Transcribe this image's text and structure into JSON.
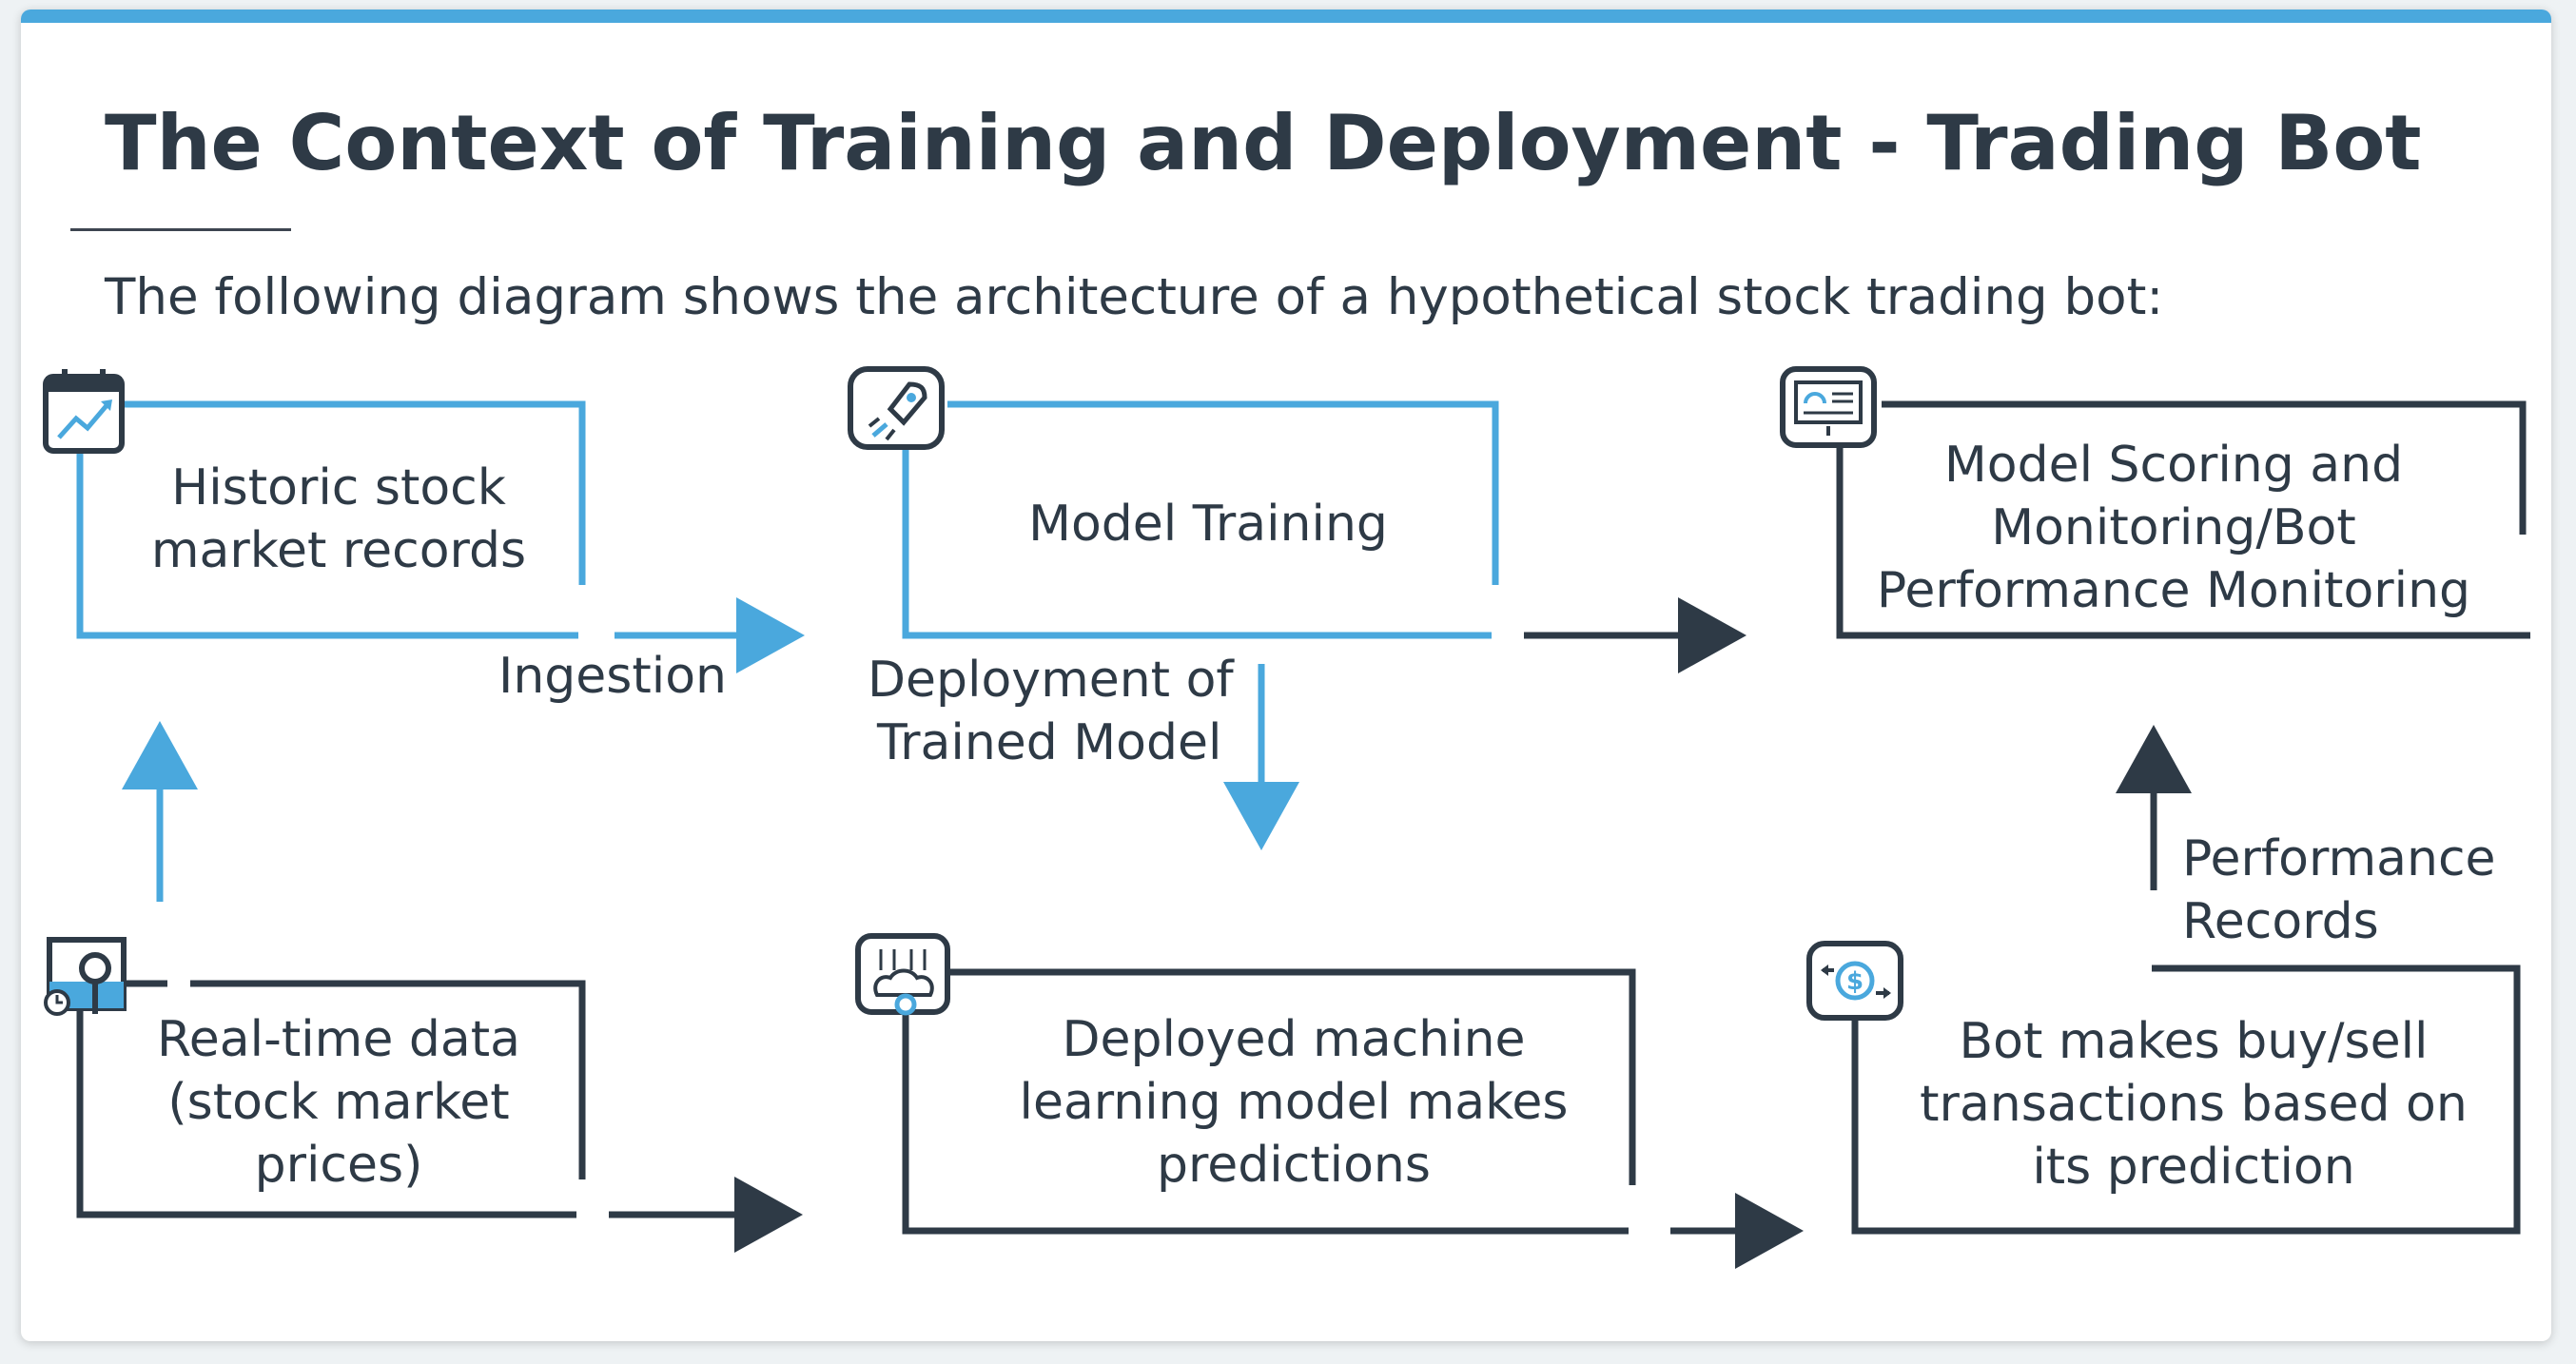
{
  "title": "The Context of Training and Deployment - Trading Bot",
  "subtitle": "The following diagram shows the architecture of a hypothetical stock trading bot:",
  "colors": {
    "accent_blue": "#4aa8dd",
    "dark": "#2e3a46",
    "background": "#ffffff"
  },
  "nodes": {
    "historic": {
      "lines": [
        "Historic stock",
        "market records"
      ],
      "icon": "calendar-chart-icon"
    },
    "training": {
      "lines": [
        "Model Training"
      ],
      "icon": "rocket-icon"
    },
    "scoring": {
      "lines": [
        "Model Scoring and",
        "Monitoring/Bot",
        "Performance Monitoring"
      ],
      "icon": "monitor-dashboard-icon"
    },
    "realtime": {
      "lines": [
        "Real-time data",
        "(stock market",
        "prices)"
      ],
      "icon": "realtime-data-icon"
    },
    "deployed": {
      "lines": [
        "Deployed machine",
        "learning model makes",
        "predictions"
      ],
      "icon": "brain-gear-icon"
    },
    "bot": {
      "lines": [
        "Bot makes buy/sell",
        "transactions based on",
        "its prediction"
      ],
      "icon": "dollar-exchange-icon"
    }
  },
  "edge_labels": {
    "ingestion": "Ingestion",
    "deployment": [
      "Deployment of",
      "Trained Model"
    ],
    "performance": [
      "Performance",
      "Records"
    ]
  }
}
